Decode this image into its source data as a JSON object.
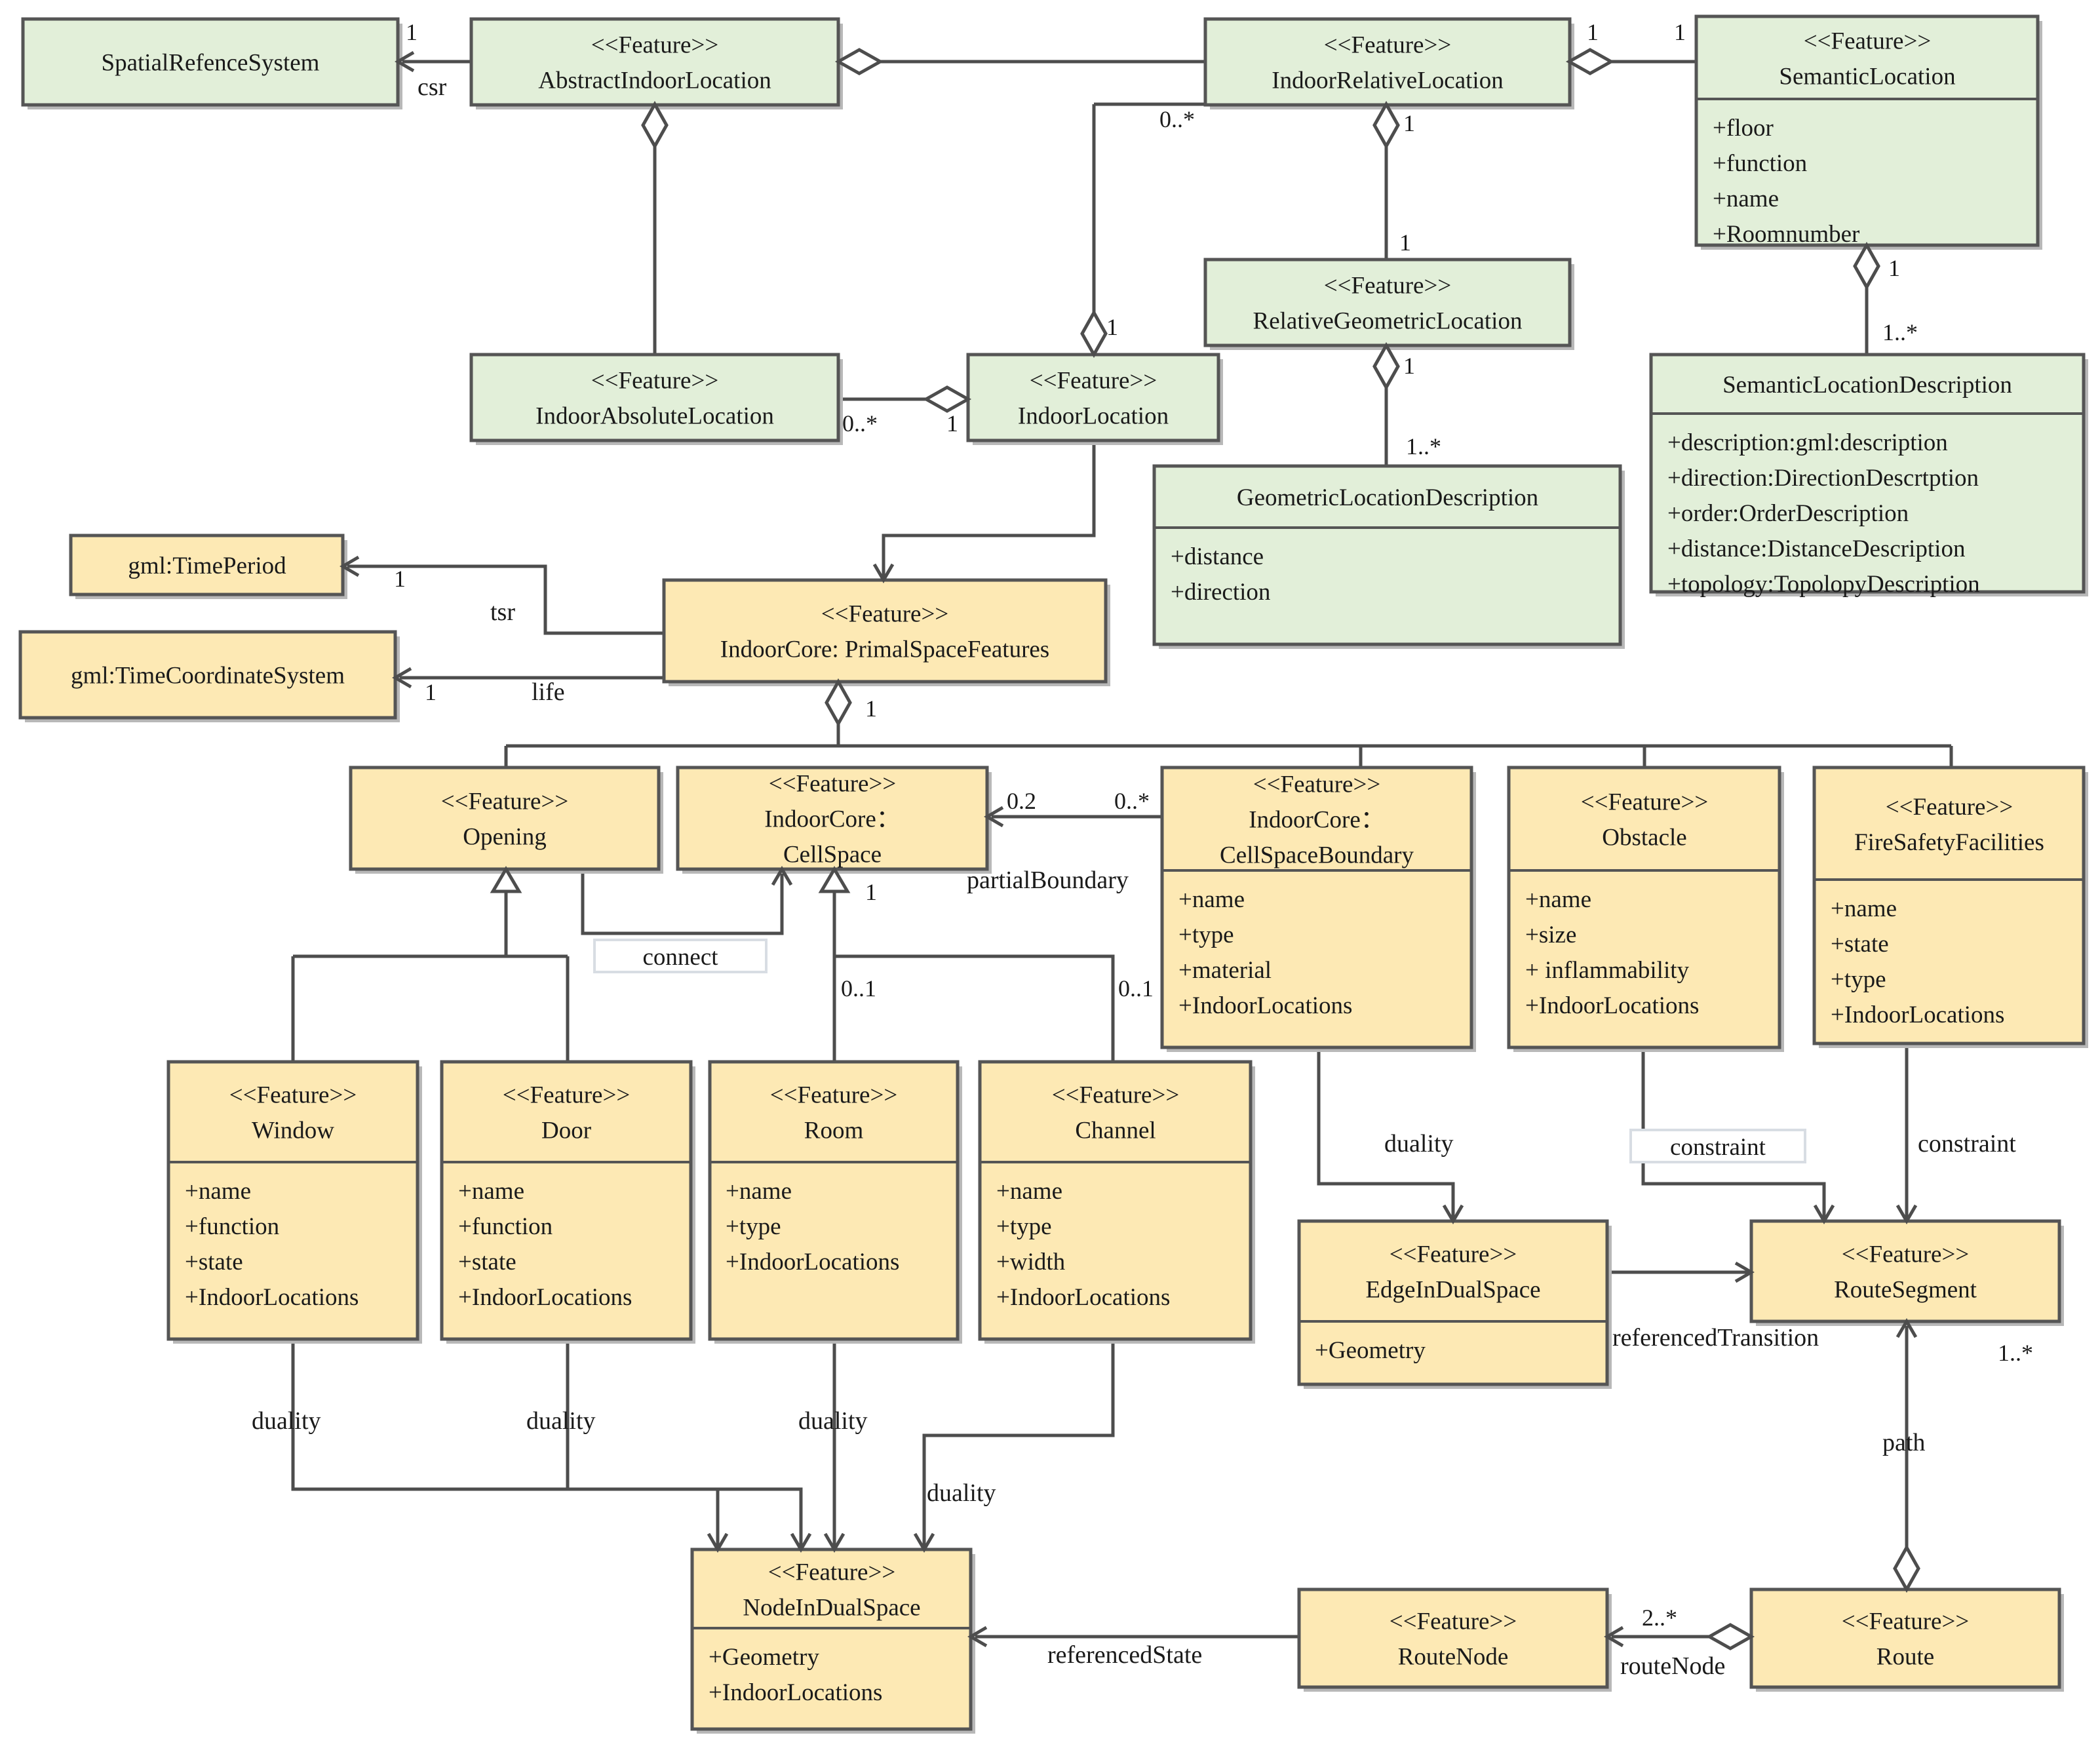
{
  "colors": {
    "location_fill": "#e2efd9",
    "core_fill": "#fde9b4",
    "stroke": "#555555",
    "line": "#4d4d4d"
  },
  "classes": [
    {
      "id": "spatialrefsys",
      "header": [
        "SpatialRefenceSystem"
      ],
      "attributes": [],
      "group": "location"
    },
    {
      "id": "abstractindoorlocation",
      "header": [
        "<<Feature>>",
        "AbstractIndoorLocation"
      ],
      "attributes": [],
      "group": "location"
    },
    {
      "id": "indoorrelativelocation",
      "header": [
        "<<Feature>>",
        "IndoorRelativeLocation"
      ],
      "attributes": [],
      "group": "location"
    },
    {
      "id": "semanticlocation",
      "header": [
        "<<Feature>>",
        "SemanticLocation"
      ],
      "attributes": [
        "+floor",
        "+function",
        "+name",
        "+Roomnumber"
      ],
      "group": "location"
    },
    {
      "id": "relativegeometriclocation",
      "header": [
        "<<Feature>>",
        "RelativeGeometricLocation"
      ],
      "attributes": [],
      "group": "location"
    },
    {
      "id": "indoorabsolutelocation",
      "header": [
        "<<Feature>>",
        "IndoorAbsoluteLocation"
      ],
      "attributes": [],
      "group": "location"
    },
    {
      "id": "indoorlocation",
      "header": [
        "<<Feature>>",
        "IndoorLocation"
      ],
      "attributes": [],
      "group": "location"
    },
    {
      "id": "semanticlocationdescription",
      "header": [
        "SemanticLocationDescription"
      ],
      "attributes": [
        "+description:gml:description",
        "+direction:DirectionDescrtption",
        "+order:OrderDescription",
        "+distance:DistanceDescription",
        "+topology:TopolopyDescription"
      ],
      "group": "location"
    },
    {
      "id": "geometriclocationdescription",
      "header": [
        "GeometricLocationDescription"
      ],
      "attributes": [
        "+distance",
        "+direction"
      ],
      "group": "location"
    },
    {
      "id": "gmltimeperiod",
      "header": [
        "gml:TimePeriod"
      ],
      "attributes": [],
      "group": "core"
    },
    {
      "id": "gmltimecoordsys",
      "header": [
        "gml:TimeCoordinateSystem"
      ],
      "attributes": [],
      "group": "core"
    },
    {
      "id": "primalspacefeatures",
      "header": [
        "<<Feature>>",
        "IndoorCore: PrimalSpaceFeatures"
      ],
      "attributes": [],
      "group": "core"
    },
    {
      "id": "opening",
      "header": [
        "<<Feature>>",
        "Opening"
      ],
      "attributes": [],
      "group": "core"
    },
    {
      "id": "cellspace",
      "header": [
        "<<Feature>>",
        "IndoorCore：",
        "CellSpace"
      ],
      "attributes": [],
      "group": "core"
    },
    {
      "id": "cellspaceboundary",
      "header": [
        "<<Feature>>",
        "IndoorCore：",
        "CellSpaceBoundary"
      ],
      "attributes": [
        "+name",
        "+type",
        "+material",
        "+IndoorLocations"
      ],
      "group": "core"
    },
    {
      "id": "obstacle",
      "header": [
        "<<Feature>>",
        "Obstacle"
      ],
      "attributes": [
        "+name",
        "+size",
        "+ inflammability",
        "+IndoorLocations"
      ],
      "group": "core"
    },
    {
      "id": "firesafety",
      "header": [
        "<<Feature>>",
        "FireSafetyFacilities"
      ],
      "attributes": [
        "+name",
        "+state",
        "+type",
        "+IndoorLocations"
      ],
      "group": "core"
    },
    {
      "id": "window",
      "header": [
        "<<Feature>>",
        "Window"
      ],
      "attributes": [
        "+name",
        "+function",
        "+state",
        "+IndoorLocations"
      ],
      "group": "core"
    },
    {
      "id": "door",
      "header": [
        "<<Feature>>",
        "Door"
      ],
      "attributes": [
        "+name",
        "+function",
        "+state",
        "+IndoorLocations"
      ],
      "group": "core"
    },
    {
      "id": "room",
      "header": [
        "<<Feature>>",
        "Room"
      ],
      "attributes": [
        "+name",
        "+type",
        "+IndoorLocations"
      ],
      "group": "core"
    },
    {
      "id": "channel",
      "header": [
        "<<Feature>>",
        "Channel"
      ],
      "attributes": [
        "+name",
        "+type",
        "+width",
        "+IndoorLocations"
      ],
      "group": "core"
    },
    {
      "id": "edgeindualspace",
      "header": [
        "<<Feature>>",
        "EdgeInDualSpace"
      ],
      "attributes": [
        "+Geometry"
      ],
      "group": "core"
    },
    {
      "id": "routesegment",
      "header": [
        "<<Feature>>",
        "RouteSegment"
      ],
      "attributes": [],
      "group": "core"
    },
    {
      "id": "nodeindualspace",
      "header": [
        "<<Feature>>",
        "NodeInDualSpace"
      ],
      "attributes": [
        "+Geometry",
        "+IndoorLocations"
      ],
      "group": "core"
    },
    {
      "id": "routenode",
      "header": [
        "<<Feature>>",
        "RouteNode"
      ],
      "attributes": [],
      "group": "core"
    },
    {
      "id": "route",
      "header": [
        "<<Feature>>",
        "Route"
      ],
      "attributes": [],
      "group": "core"
    }
  ],
  "labels": [
    {
      "id": "m-csr-1",
      "text": "1"
    },
    {
      "id": "r-csr",
      "text": "csr"
    },
    {
      "id": "m-irl-1a",
      "text": "1"
    },
    {
      "id": "m-sl-1",
      "text": "1"
    },
    {
      "id": "m-irl-0n",
      "text": "0..*"
    },
    {
      "id": "m-irl-1b",
      "text": "1"
    },
    {
      "id": "m-rgl-1",
      "text": "1"
    },
    {
      "id": "m-sl-1b",
      "text": "1"
    },
    {
      "id": "m-sld-1n",
      "text": "1..*"
    },
    {
      "id": "m-il-1a",
      "text": "1"
    },
    {
      "id": "m-rgl-1b",
      "text": "1"
    },
    {
      "id": "m-gld-1n",
      "text": "1..*"
    },
    {
      "id": "m-ial-0n",
      "text": "0..*"
    },
    {
      "id": "m-il-1b",
      "text": "1"
    },
    {
      "id": "m-tp-1",
      "text": "1"
    },
    {
      "id": "r-tsr",
      "text": "tsr"
    },
    {
      "id": "m-tcs-1",
      "text": "1"
    },
    {
      "id": "r-life",
      "text": "life"
    },
    {
      "id": "m-psf-1",
      "text": "1"
    },
    {
      "id": "m-cs-02",
      "text": "0.2"
    },
    {
      "id": "m-csb-0n",
      "text": "0..*"
    },
    {
      "id": "r-partialboundary",
      "text": "partialBoundary"
    },
    {
      "id": "m-cs-1",
      "text": "1"
    },
    {
      "id": "r-connect",
      "text": "connect"
    },
    {
      "id": "m-room-01",
      "text": "0..1"
    },
    {
      "id": "m-channel-01",
      "text": "0..1"
    },
    {
      "id": "r-duality-csb",
      "text": "duality"
    },
    {
      "id": "r-constraint-ob",
      "text": "constraint"
    },
    {
      "id": "r-constraint-fs",
      "text": "constraint"
    },
    {
      "id": "r-refTransition",
      "text": "referencedTransition"
    },
    {
      "id": "m-rs-1n",
      "text": "1..*"
    },
    {
      "id": "r-path",
      "text": "path"
    },
    {
      "id": "r-duality-win",
      "text": "duality"
    },
    {
      "id": "r-duality-door",
      "text": "duality"
    },
    {
      "id": "r-duality-room",
      "text": "duality"
    },
    {
      "id": "r-duality-ch",
      "text": "duality"
    },
    {
      "id": "r-refState",
      "text": "referencedState"
    },
    {
      "id": "m-rn-2n",
      "text": "2..*"
    },
    {
      "id": "r-routenode",
      "text": "routeNode"
    }
  ]
}
